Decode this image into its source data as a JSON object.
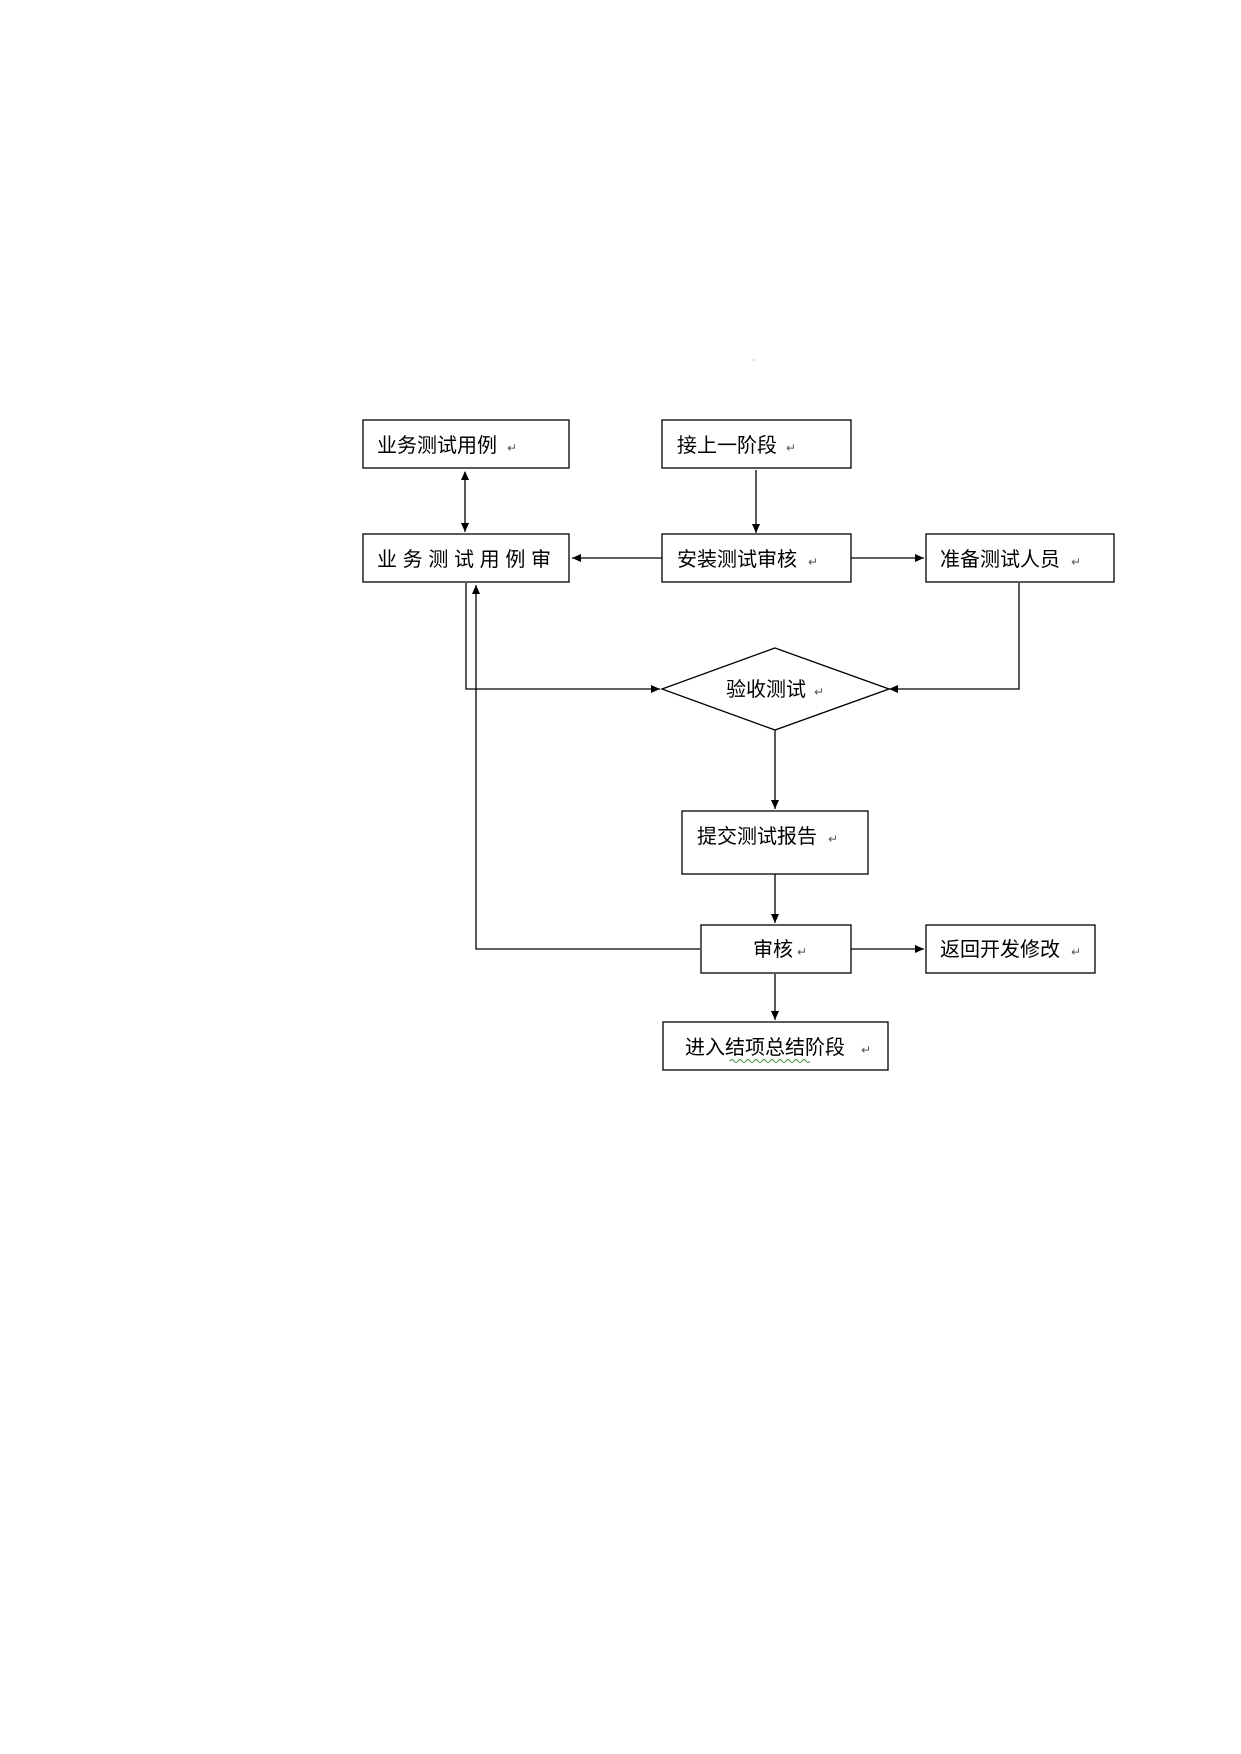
{
  "nodes": {
    "biz_test_case": "业务测试用例",
    "prev_stage": "接上一阶段",
    "biz_test_review": "业务测试用例审",
    "install_review": "安装测试审核",
    "prepare_staff": "准备测试人员",
    "acceptance_test": "验收测试",
    "submit_report": "提交测试报告",
    "review": "审核",
    "return_dev": "返回开发修改",
    "enter_summary": "进入结项总结阶段"
  },
  "paragraph_mark": "↵",
  "stray_mark": "·"
}
